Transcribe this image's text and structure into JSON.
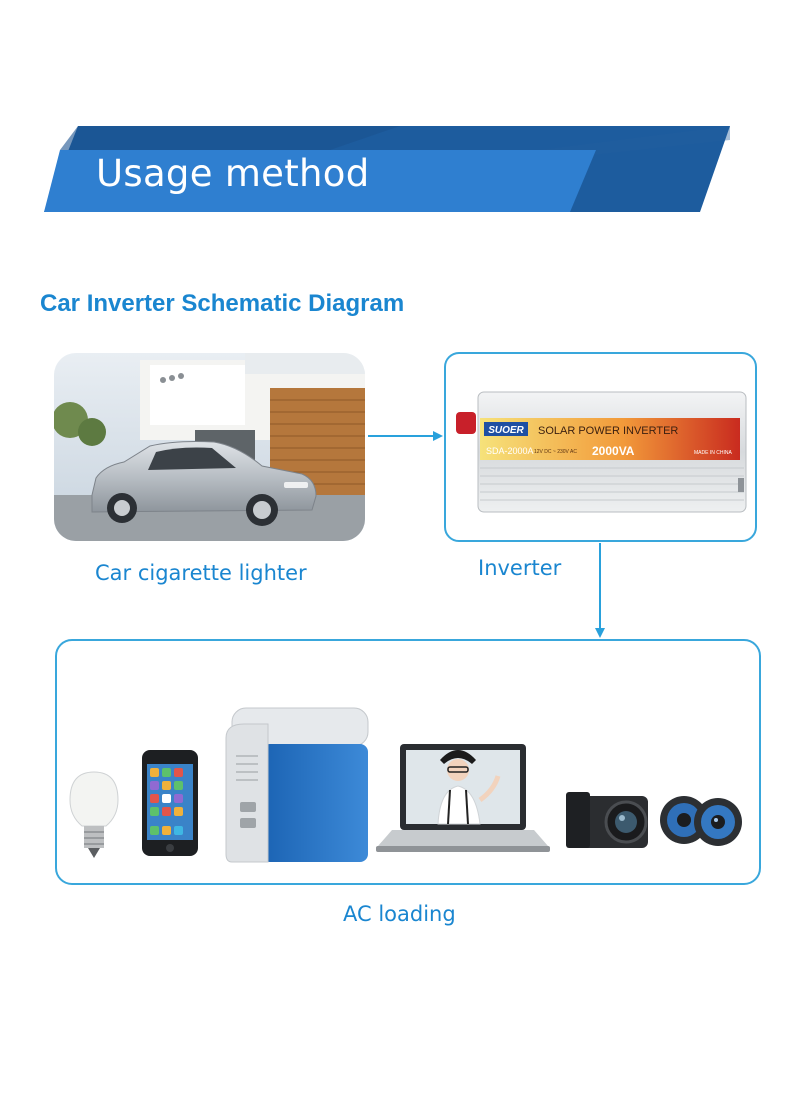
{
  "header": {
    "title": "Usage method"
  },
  "diagram": {
    "title": "Car Inverter Schematic Diagram",
    "nodes": {
      "car": {
        "label": "Car cigarette lighter"
      },
      "inverter": {
        "label": "Inverter",
        "device_brand": "SUOER",
        "device_name": "SOLAR POWER INVERTER",
        "device_model": "SDA-2000A",
        "device_rating": "2000VA",
        "device_spec": "12V DC ~ 230V AC",
        "device_origin": "MADE IN CHINA"
      },
      "ac_loading": {
        "label": "AC loading"
      }
    }
  },
  "colors": {
    "banner_dark": "#1d5c9e",
    "banner_light": "#2f7fd0",
    "accent": "#1a86d0",
    "box_border": "#39a7dc"
  }
}
